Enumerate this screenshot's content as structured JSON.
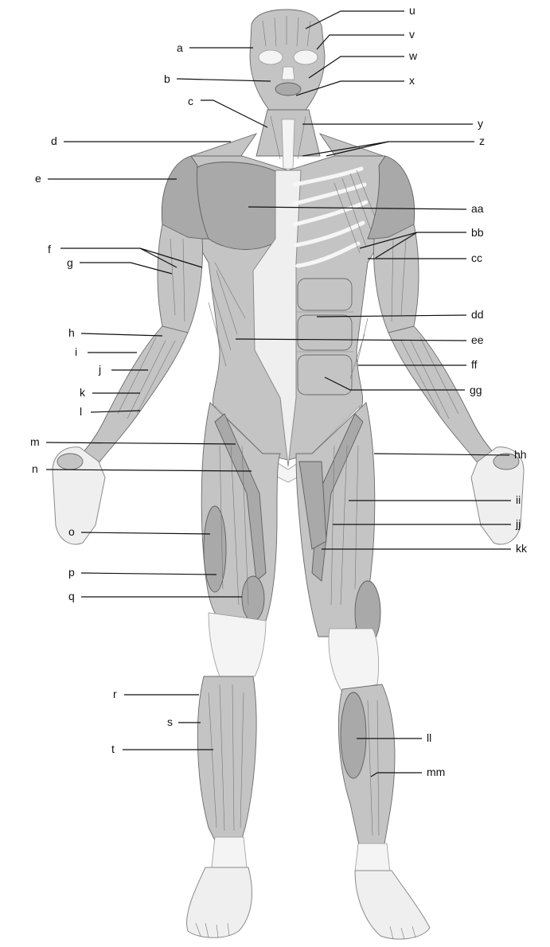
{
  "labels_left": [
    "a",
    "b",
    "c",
    "d",
    "e",
    "f",
    "g",
    "h",
    "i",
    "j",
    "k",
    "l",
    "m",
    "n",
    "o",
    "p",
    "q",
    "r",
    "s",
    "t"
  ],
  "labels_right": [
    "u",
    "v",
    "w",
    "x",
    "y",
    "z",
    "aa",
    "bb",
    "cc",
    "dd",
    "ee",
    "ff",
    "gg",
    "hh",
    "ii",
    "jj",
    "kk",
    "ll",
    "mm"
  ]
}
